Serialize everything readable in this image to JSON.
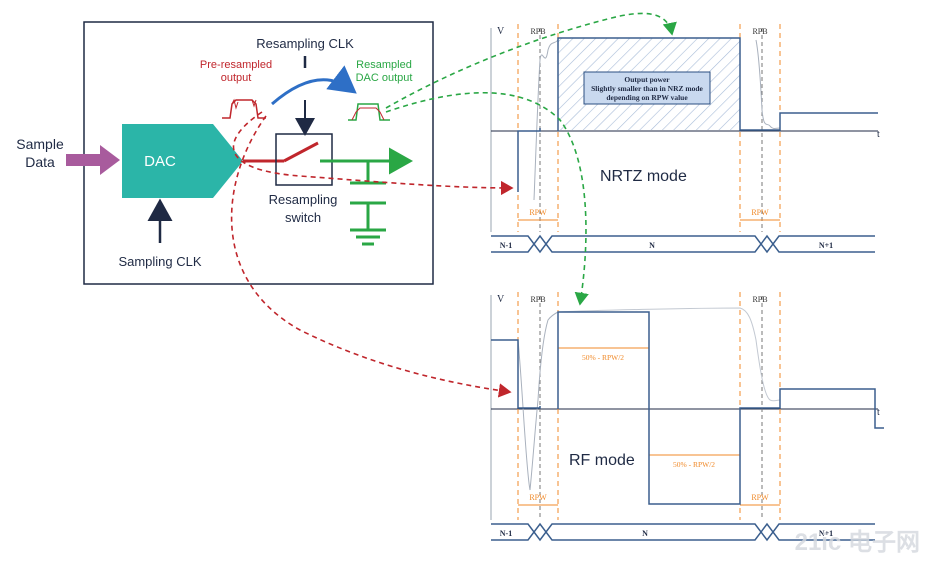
{
  "left": {
    "sample_data": [
      "Sample",
      "Data"
    ],
    "dac": "DAC",
    "sampling_clk": "Sampling CLK",
    "resampling_clk": "Resampling CLK",
    "pre_resampled": [
      "Pre-resampled",
      "output"
    ],
    "resampled_dac": [
      "Resampled",
      "DAC output"
    ],
    "resampling_switch": [
      "Resampling",
      "switch"
    ]
  },
  "nrtz": {
    "v": "V",
    "t": "t",
    "rpb1": "RPB",
    "rpb2": "RPB",
    "rpw1": "RPW",
    "rpw2": "RPW",
    "mode": "NRTZ mode",
    "box_lines": [
      "Output power",
      "Slightly smaller than in NRZ mode",
      "depending on RPW value"
    ],
    "seg_prev": "N-1",
    "seg_cur": "N",
    "seg_next": "N+1"
  },
  "rf": {
    "v": "V",
    "t": "t",
    "rpb1": "RPB",
    "rpb2": "RPB",
    "rpw1": "RPW",
    "rpw2": "RPW",
    "mode": "RF mode",
    "half1": "50% - RPW/2",
    "half2": "50% - RPW/2",
    "seg_prev": "N-1",
    "seg_cur": "N",
    "seg_next": "N+1"
  },
  "watermark": "21ic 电子网",
  "colors": {
    "dac_fill": "#2bb5a8",
    "input_arrow": "#a85b9d",
    "red": "#c0262c",
    "green": "#2aa745",
    "blue_arrow": "#2e6fc6",
    "signal": "#3b5f8e",
    "orange": "#f08a2a"
  }
}
